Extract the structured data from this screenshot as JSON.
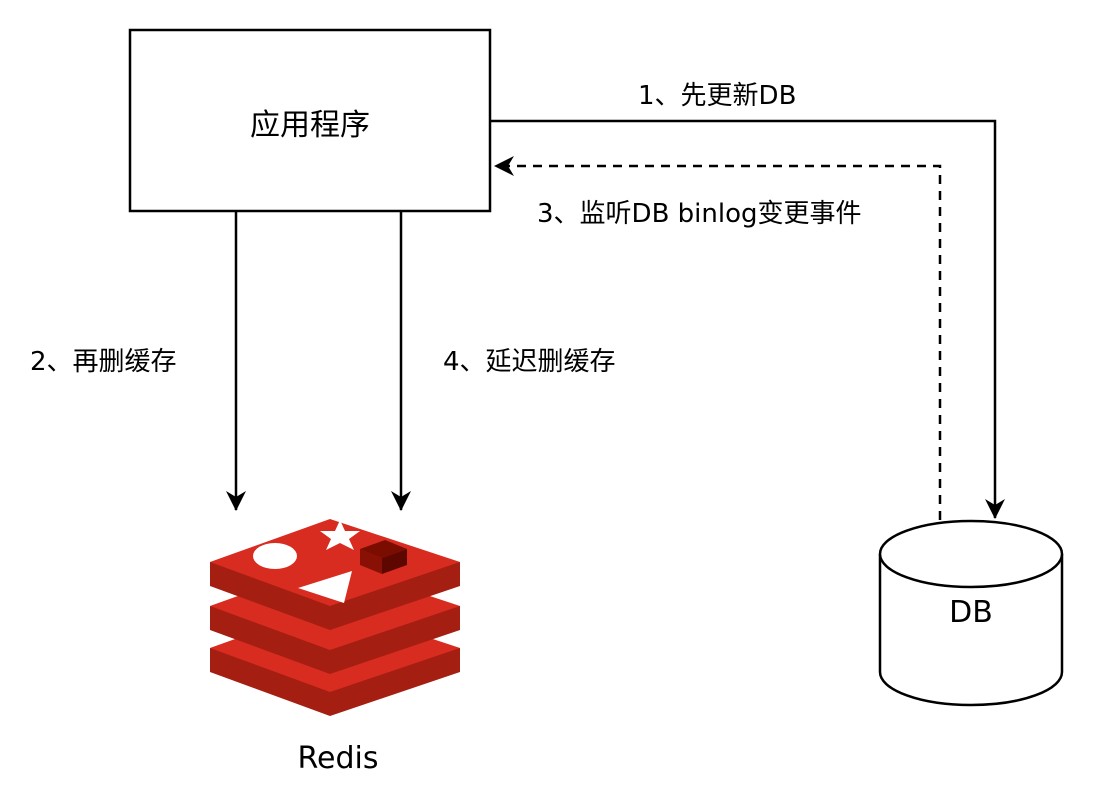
{
  "nodes": {
    "app": {
      "label": "应用程序"
    },
    "redis": {
      "label": "Redis"
    },
    "db": {
      "label": "DB"
    }
  },
  "edges": {
    "update_db": {
      "label": "1、先更新DB",
      "from": "app",
      "to": "db",
      "style": "solid"
    },
    "delete_cache": {
      "label": "2、再删缓存",
      "from": "app",
      "to": "redis",
      "style": "solid"
    },
    "binlog": {
      "label": "3、监听DB binlog变更事件",
      "from": "db",
      "to": "app",
      "style": "dashed"
    },
    "delay_delete": {
      "label": "4、延迟删缓存",
      "from": "app",
      "to": "redis",
      "style": "solid"
    }
  },
  "colors": {
    "redis_top": "#d82c20",
    "redis_side": "#a41e11",
    "redis_dark": "#7a0c00",
    "line": "#000000"
  }
}
